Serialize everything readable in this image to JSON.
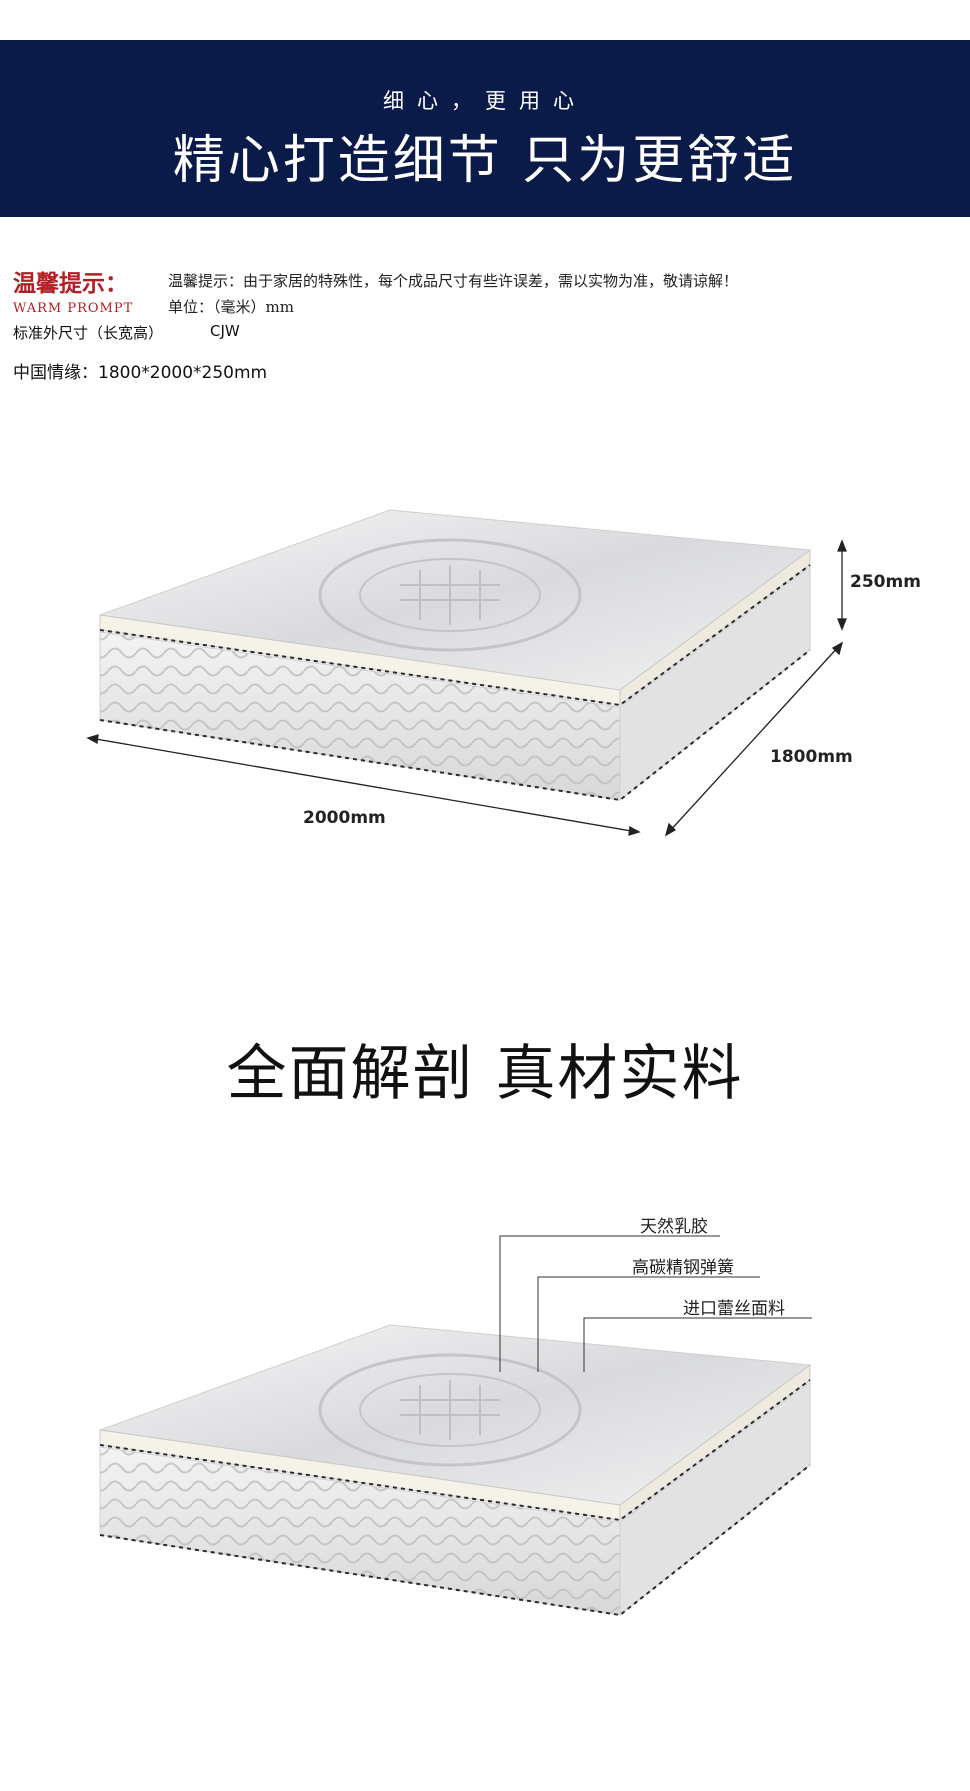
{
  "banner": {
    "subtitle": "细心，更用心",
    "title": "精心打造细节 只为更舒适"
  },
  "tips": {
    "title": "温馨提示：",
    "title_en": "WARM PROMPT",
    "text": "温馨提示：由于家居的特殊性，每个成品尺寸有些许误差，需以实物为准，敬请谅解！",
    "unit": "单位：（毫米）mm"
  },
  "spec": {
    "label": "标准外尺寸（长宽高）",
    "code": "CJW",
    "model": "中国情缘：1800*2000*250mm"
  },
  "dimensions": {
    "height": "250mm",
    "width": "1800mm",
    "length": "2000mm"
  },
  "section": {
    "title": "全面解剖 真材实料"
  },
  "layers": [
    {
      "label": "天然乳胶"
    },
    {
      "label": "高碳精钢弹簧"
    },
    {
      "label": "进口蕾丝面料"
    }
  ],
  "colors": {
    "banner": "#0b1b49",
    "accent_red": "#b21f24"
  }
}
